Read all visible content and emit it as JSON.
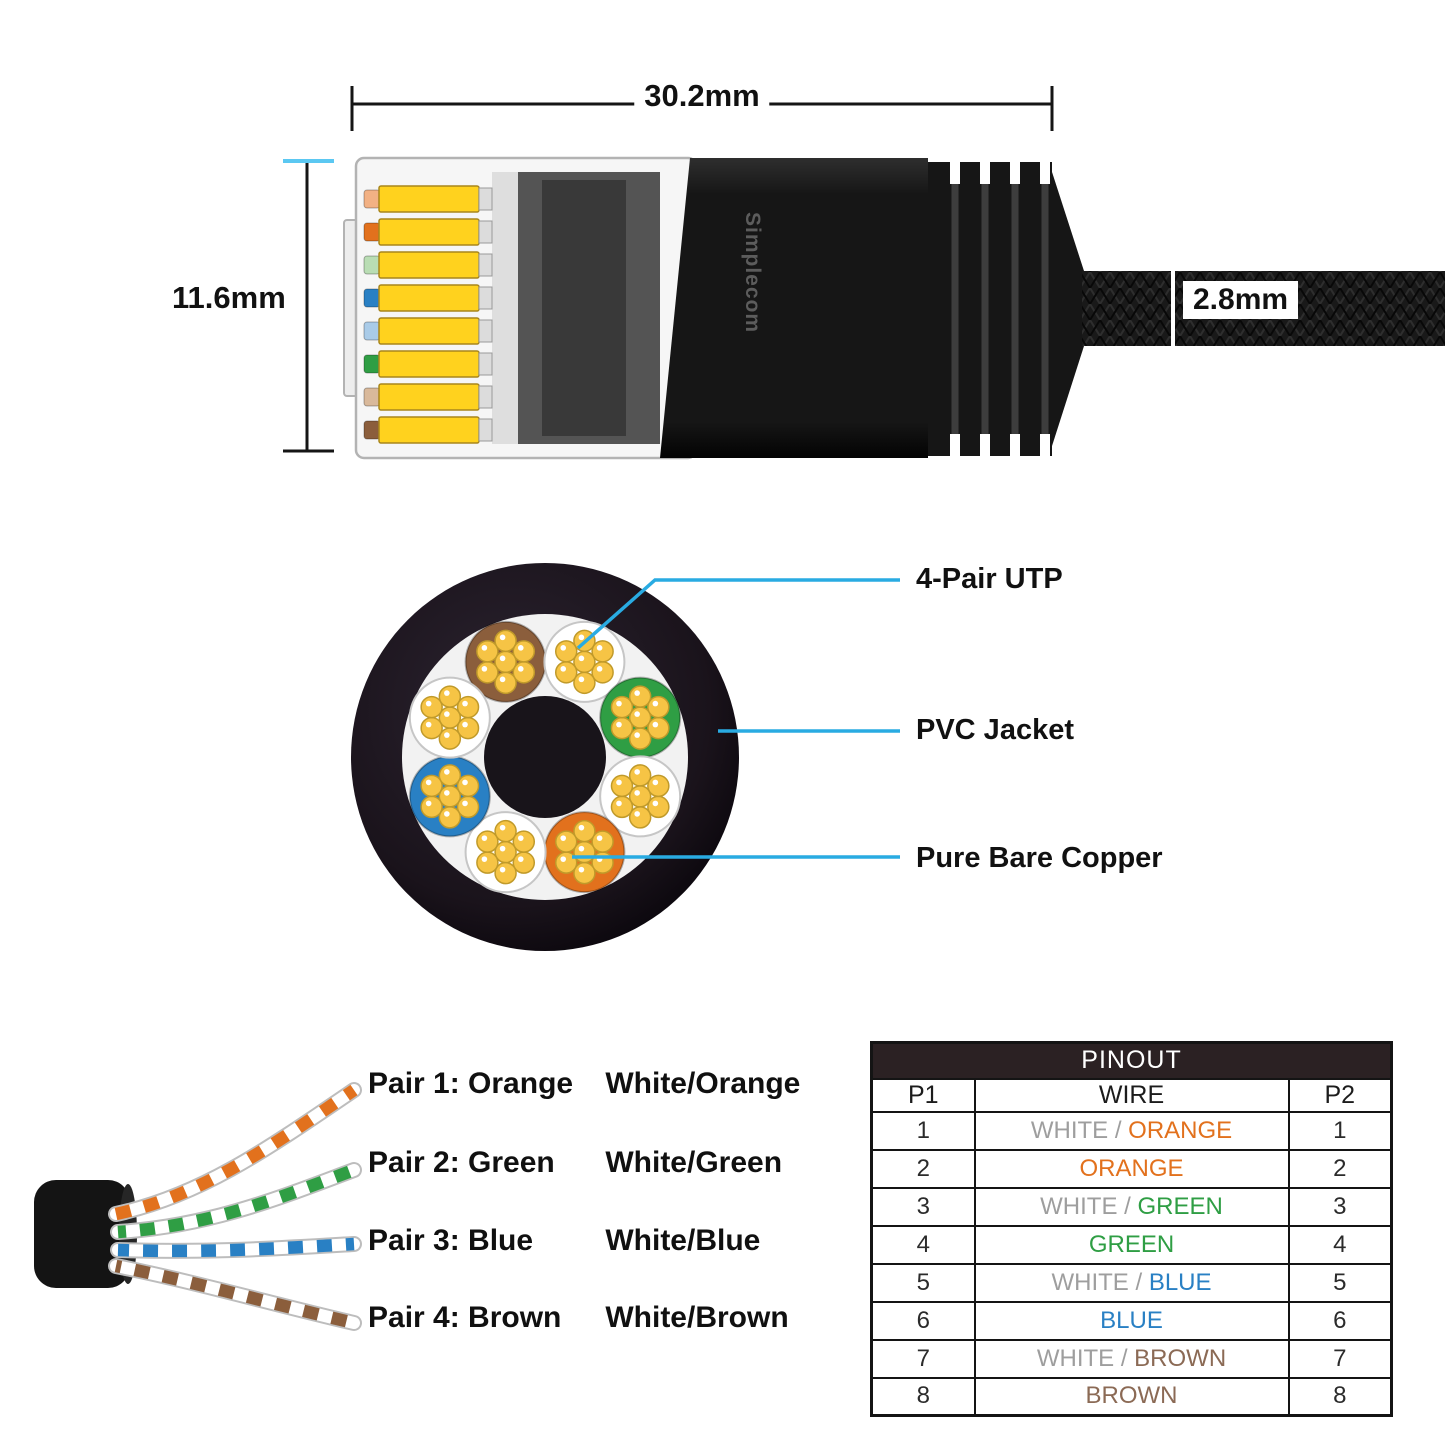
{
  "colors": {
    "accent": "#29abe2",
    "tick_cyan": "#5bc8f2",
    "orange": "#e2711d",
    "green": "#2f9e44",
    "blue": "#2980c4",
    "brown": "#8b5e3c",
    "table_brown": "#8b6a55",
    "wire_white_text": "#9e9e9e",
    "copper": "#f6c445",
    "table_title_bg": "#2b2123"
  },
  "connector_diagram": {
    "width_label": "30.2mm",
    "height_label": "11.6mm",
    "cable_diameter_label": "2.8mm",
    "brand": "Simplecom",
    "pin_colors": [
      "#f2b184",
      "#e2711d",
      "#b9ddb4",
      "#2980c4",
      "#a9cbe8",
      "#2f9e44",
      "#d9b99b",
      "#8b5e3c"
    ]
  },
  "cross_section": {
    "wire_sequence": [
      "brown",
      "white",
      "green",
      "white",
      "orange",
      "white",
      "blue",
      "white"
    ],
    "callouts": [
      "4-Pair UTP",
      "PVC Jacket",
      "Pure Bare Copper"
    ]
  },
  "pairs": [
    {
      "label": "Pair 1: Orange",
      "white_label": "White/Orange",
      "color": "#e2711d"
    },
    {
      "label": "Pair 2: Green",
      "white_label": "White/Green",
      "color": "#2f9e44"
    },
    {
      "label": "Pair 3: Blue",
      "white_label": "White/Blue",
      "color": "#2980c4"
    },
    {
      "label": "Pair 4: Brown",
      "white_label": "White/Brown",
      "color": "#8b5e3c"
    }
  ],
  "pinout": {
    "title": "PINOUT",
    "headers": [
      "P1",
      "WIRE",
      "P2"
    ],
    "rows": [
      {
        "p1": "1",
        "white_part": "WHITE / ",
        "color_part": "ORANGE",
        "color": "#e2711d",
        "p2": "1"
      },
      {
        "p1": "2",
        "white_part": "",
        "color_part": "ORANGE",
        "color": "#e2711d",
        "p2": "2"
      },
      {
        "p1": "3",
        "white_part": "WHITE / ",
        "color_part": "GREEN",
        "color": "#2f9e44",
        "p2": "3"
      },
      {
        "p1": "4",
        "white_part": "",
        "color_part": "GREEN",
        "color": "#2f9e44",
        "p2": "4"
      },
      {
        "p1": "5",
        "white_part": "WHITE / ",
        "color_part": "BLUE",
        "color": "#2980c4",
        "p2": "5"
      },
      {
        "p1": "6",
        "white_part": "",
        "color_part": "BLUE",
        "color": "#2980c4",
        "p2": "6"
      },
      {
        "p1": "7",
        "white_part": "WHITE / ",
        "color_part": "BROWN",
        "color": "#8b6a55",
        "p2": "7"
      },
      {
        "p1": "8",
        "white_part": "",
        "color_part": "BROWN",
        "color": "#8b6a55",
        "p2": "8"
      }
    ]
  }
}
